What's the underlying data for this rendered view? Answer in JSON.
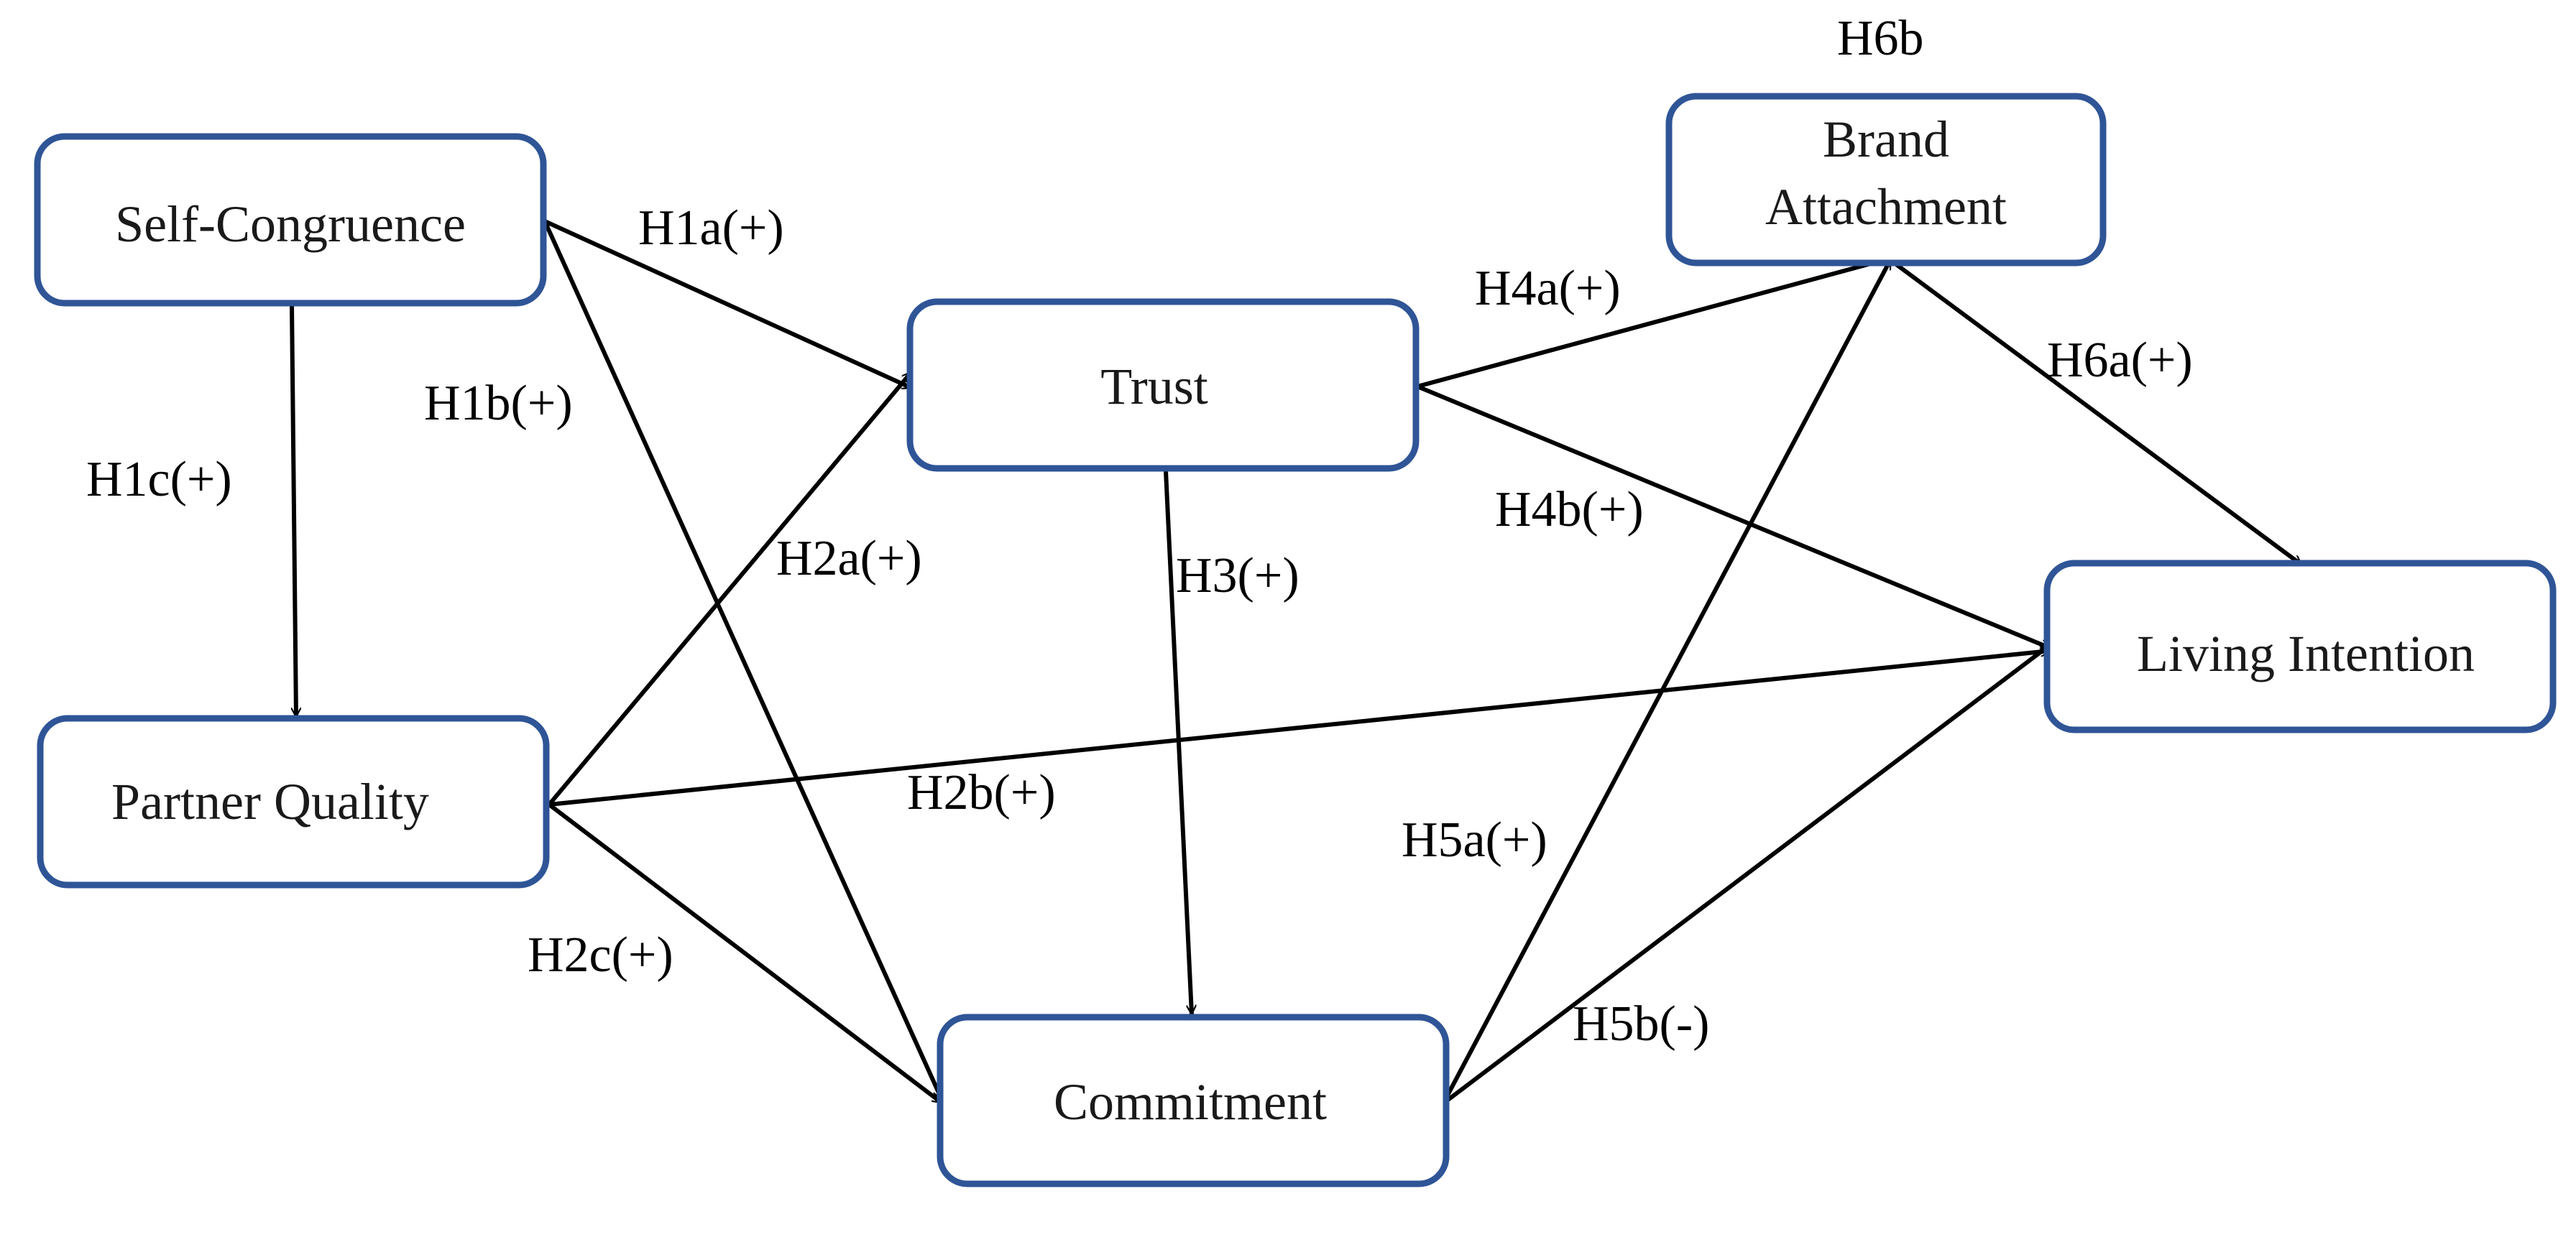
{
  "nodes": {
    "self_congruence": "Self-Congruence",
    "partner_quality": "Partner Quality",
    "trust": "Trust",
    "commitment": "Commitment",
    "brand_attachment_line1": "Brand",
    "brand_attachment_line2": "Attachment",
    "living_intention": "Living Intention"
  },
  "edges": {
    "h1a": "H1a(+)",
    "h1b": "H1b(+)",
    "h1c": "H1c(+)",
    "h2a": "H2a(+)",
    "h2b": "H2b(+)",
    "h2c": "H2c(+)",
    "h3": "H3(+)",
    "h4a": "H4a(+)",
    "h4b": "H4b(+)",
    "h5a": "H5a(+)",
    "h5b": "H5b(-)",
    "h6a": "H6a(+)",
    "h6b": "H6b"
  },
  "colors": {
    "box_border": "#2f5597",
    "arrow": "#000000"
  }
}
